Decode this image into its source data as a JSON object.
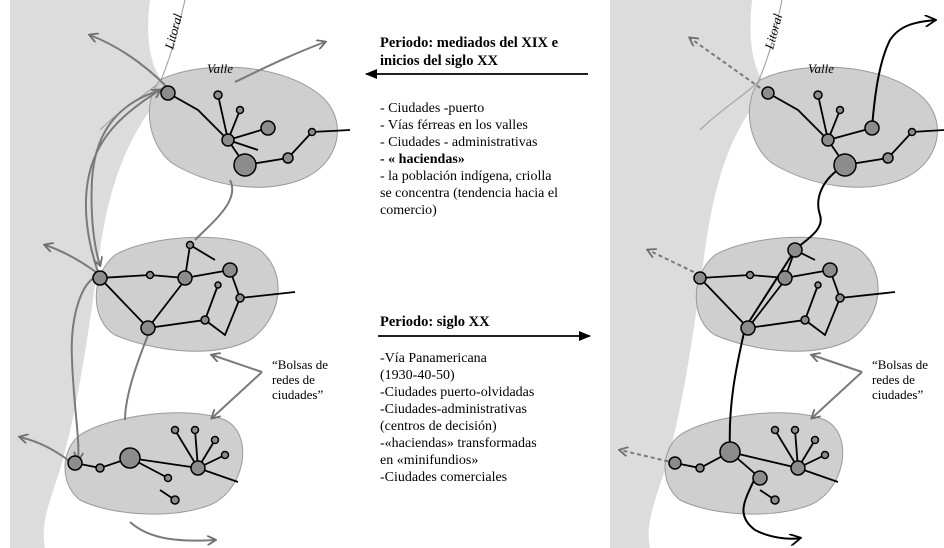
{
  "labels": {
    "litoral": "Litoral",
    "valle": "Valle",
    "bolsas": [
      "“Bolsas de",
      "redes de",
      "ciudades”"
    ]
  },
  "period1": {
    "title_lines": [
      "Periodo: mediados del XIX e",
      "inicios del siglo XX"
    ],
    "items": [
      "- Ciudades -puerto",
      "- Vías férreas en los valles",
      "- Ciudades - administrativas",
      "- « haciendas»",
      "- la población indígena, criolla",
      "se concentra (tendencia hacia el",
      "comercio)"
    ]
  },
  "period2": {
    "title": "Periodo: siglo XX",
    "items": [
      "-Vía Panamericana",
      "(1930-40-50)",
      "-Ciudades puerto-olvidadas",
      "-Ciudades-administrativas",
      "(centros de decisión)",
      "-«haciendas» transformadas",
      "en «minifundios»",
      "-Ciudades comerciales"
    ]
  },
  "colors": {
    "coast": "#dcdcdc",
    "blob": "#cfcfcf",
    "node": "#8c8c8c",
    "arrow_gray": "#7a7a7a",
    "ink": "#000000"
  }
}
